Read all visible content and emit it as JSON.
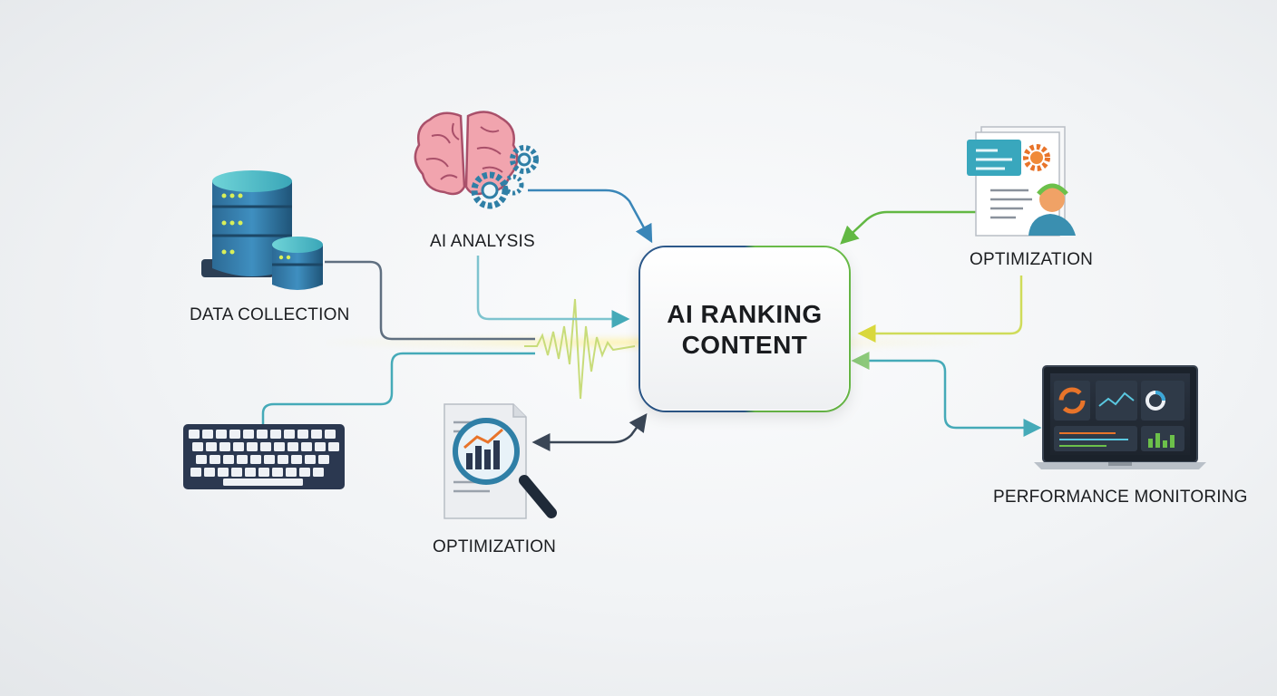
{
  "diagram": {
    "center": {
      "title_line1": "AI RANKING",
      "title_line2": "CONTENT"
    },
    "nodes": {
      "data_collection": {
        "label": "DATA COLLECTION",
        "icon": "database-icon"
      },
      "ai_analysis": {
        "label": "AI ANALYSIS",
        "icon": "brain-gears-icon"
      },
      "optimization_top": {
        "label": "OPTIMIZATION",
        "icon": "document-settings-user-icon"
      },
      "optimization_bottom": {
        "label": "OPTIMIZATION",
        "icon": "document-magnifier-chart-icon"
      },
      "performance_monitoring": {
        "label": "PERFORMANCE MONITORING",
        "icon": "laptop-dashboard-icon"
      },
      "keyboard": {
        "icon": "keyboard-icon"
      }
    },
    "colors": {
      "blue": "#2f6fa8",
      "teal": "#3aa7b5",
      "green": "#6cc04a",
      "yellow": "#e6e04a",
      "navy": "#2c3e5e"
    }
  }
}
